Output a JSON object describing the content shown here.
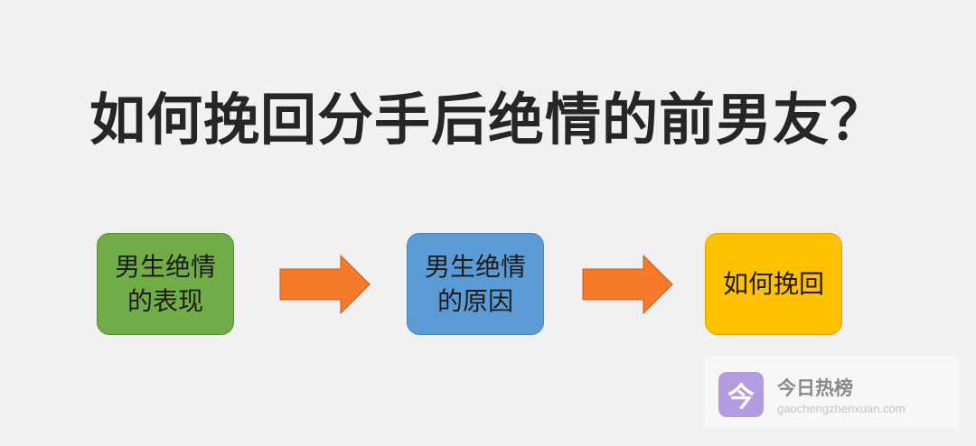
{
  "title": "如何挽回分手后绝情的前男友？",
  "steps": [
    {
      "line1": "男生绝情",
      "line2": "的表现",
      "color": "#71ad47"
    },
    {
      "line1": "男生绝情",
      "line2": "的原因",
      "color": "#5b9bd5"
    },
    {
      "line1": "如何挽回",
      "line2": "",
      "color": "#ffc000"
    }
  ],
  "arrow_color": "#f57a2a",
  "watermark": {
    "logo_char": "今",
    "name": "今日热榜",
    "url": "gaochengzhenxuan.com"
  }
}
